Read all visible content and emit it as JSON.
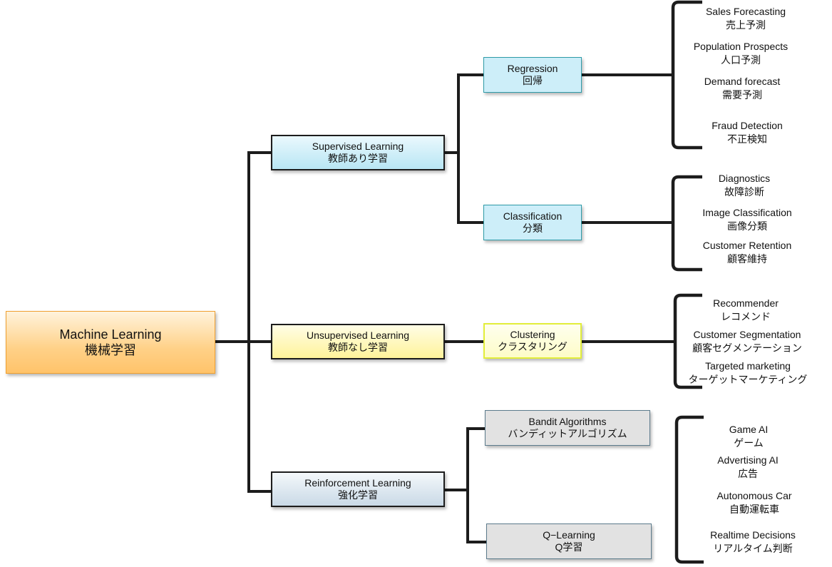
{
  "root": {
    "en": "Machine Learning",
    "jp": "機械学習"
  },
  "categories": [
    {
      "en": "Supervised Learning",
      "jp": "教師あり学習"
    },
    {
      "en": "Unsupervised Learning",
      "jp": "教師なし学習"
    },
    {
      "en": "Reinforcement Learning",
      "jp": "強化学習"
    }
  ],
  "methods": {
    "regression": {
      "en": "Regression",
      "jp": "回帰"
    },
    "classification": {
      "en": "Classification",
      "jp": "分類"
    },
    "clustering": {
      "en": "Clustering",
      "jp": "クラスタリング"
    },
    "bandit": {
      "en": "Bandit Algorithms",
      "jp": "バンディットアルゴリズム"
    },
    "qlearning": {
      "en": "Q−Learning",
      "jp": "Q学習"
    }
  },
  "applications": {
    "regression": [
      {
        "en": "Sales Forecasting",
        "jp": "売上予測"
      },
      {
        "en": "Population Prospects",
        "jp": "人口予測"
      },
      {
        "en": "Demand forecast",
        "jp": "需要予測"
      },
      {
        "en": "Fraud Detection",
        "jp": "不正検知"
      }
    ],
    "classification": [
      {
        "en": "Diagnostics",
        "jp": "故障診断"
      },
      {
        "en": "Image Classification",
        "jp": "画像分類"
      },
      {
        "en": "Customer Retention",
        "jp": "顧客維持"
      }
    ],
    "clustering": [
      {
        "en": "Recommender",
        "jp": "レコメンド"
      },
      {
        "en": "Customer Segmentation",
        "jp": "顧客セグメンテーション"
      },
      {
        "en": "Targeted marketing",
        "jp": "ターゲットマーケティング"
      }
    ],
    "reinforcement": [
      {
        "en": "Game AI",
        "jp": "ゲーム"
      },
      {
        "en": "Advertising AI",
        "jp": "広告"
      },
      {
        "en": "Autonomous Car",
        "jp": "自動運転車"
      },
      {
        "en": "Realtime Decisions",
        "jp": "リアルタイム判断"
      }
    ]
  },
  "colors": {
    "root": "#ffc36a",
    "supervised": "#b8e6f4",
    "unsupervised": "#fff39a",
    "reinforcement": "#c9d9e6",
    "method_blue": "#cdeef9",
    "method_gray": "#e2e2e2",
    "line": "#1c1c1c"
  }
}
